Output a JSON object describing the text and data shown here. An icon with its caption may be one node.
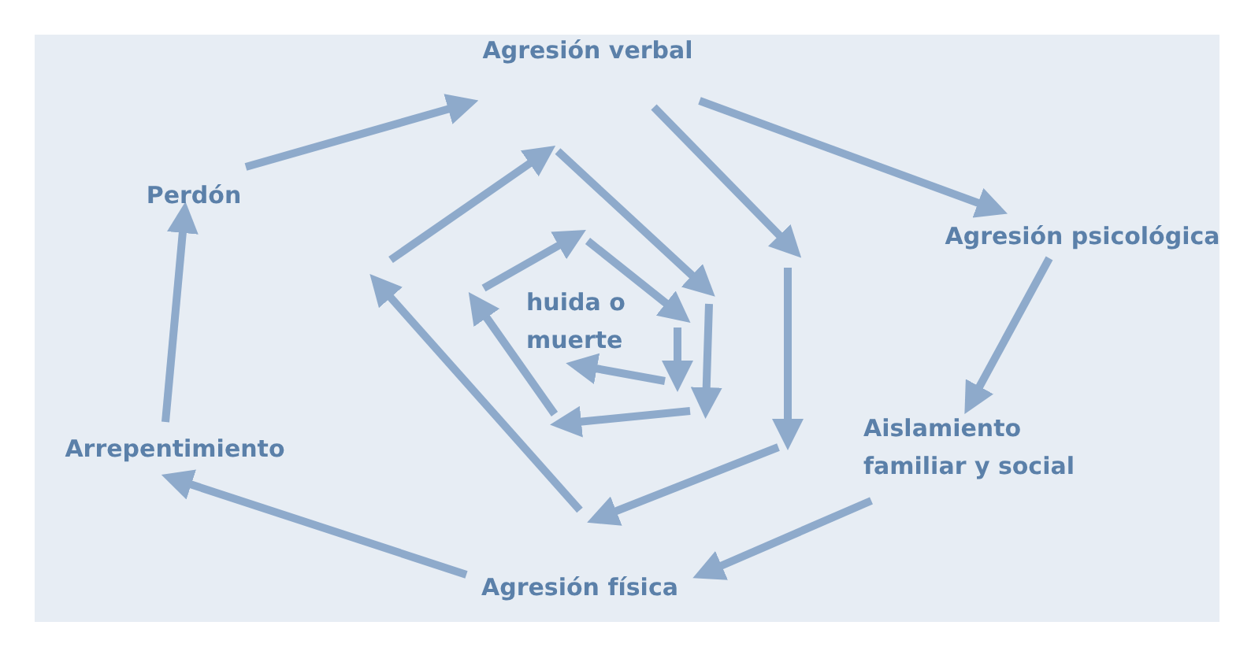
{
  "diagram": {
    "nodes": [
      {
        "text": [
          "Agresión verbal"
        ]
      },
      {
        "text": [
          "Agresión psicológica"
        ]
      },
      {
        "text": [
          "Aislamiento familiar y social"
        ]
      },
      {
        "text": [
          "Agresión física"
        ]
      },
      {
        "text": [
          "Arrepentimiento"
        ]
      },
      {
        "text": [
          "Perdón"
        ]
      },
      {
        "text": [
          "huida o muerte"
        ]
      }
    ],
    "edges": [
      {
        "from": 0,
        "to": 1,
        "arrow": "to"
      },
      {
        "from": 1,
        "to": 2,
        "arrow": "to"
      },
      {
        "from": 2,
        "to": 3,
        "arrow": "to"
      },
      {
        "from": 3,
        "to": 4,
        "arrow": "to"
      },
      {
        "from": 4,
        "to": 5,
        "arrow": "to"
      },
      {
        "from": 5,
        "to": 0,
        "arrow": "to"
      },
      {
        "from": null,
        "to": 6,
        "arrow": "to"
      }
    ]
  }
}
